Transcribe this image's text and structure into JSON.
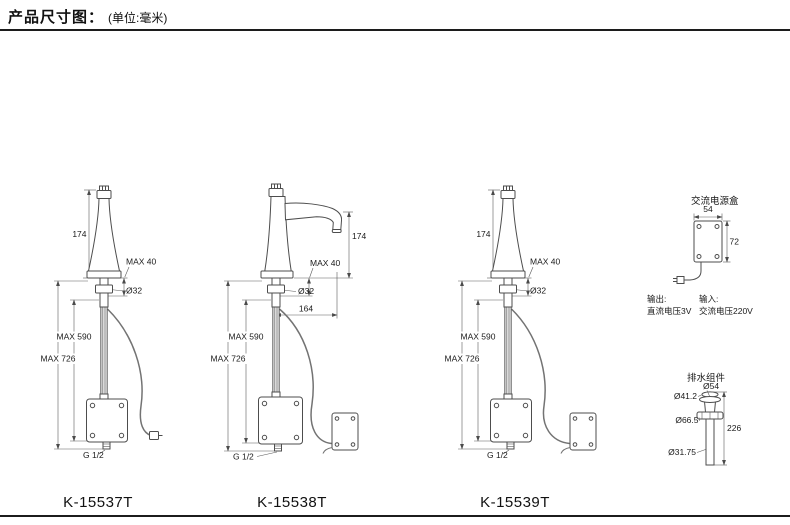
{
  "header": {
    "title": "产品尺寸图：",
    "subtitle": "(单位:毫米)"
  },
  "products": [
    {
      "model": "K-15537T",
      "dims": {
        "height": "174",
        "deck_max": "MAX 40",
        "shank_dia": "Ø32",
        "hose_max": "MAX 590",
        "total_max": "MAX 726",
        "thread": "G 1/2"
      }
    },
    {
      "model": "K-15538T",
      "dims": {
        "height": "174",
        "deck_max": "MAX 40",
        "shank_dia": "Ø32",
        "spout_reach": "164",
        "hose_max": "MAX 590",
        "total_max": "MAX 726",
        "thread": "G 1/2"
      }
    },
    {
      "model": "K-15539T",
      "dims": {
        "height": "174",
        "deck_max": "MAX 40",
        "shank_dia": "Ø32",
        "hose_max": "MAX 590",
        "total_max": "MAX 726",
        "thread": "G 1/2"
      }
    }
  ],
  "power_box": {
    "title": "交流电源盒",
    "width": "54",
    "height": "72",
    "output_label": "输出:",
    "output_value": "直流电压3V",
    "input_label": "输入:",
    "input_value": "交流电压220V"
  },
  "drain": {
    "title": "排水组件",
    "top_dia": "Ø54",
    "cap_dia": "Ø41.2",
    "nut_dia": "Ø66.5",
    "length": "226",
    "tail_dia": "Ø31.75"
  }
}
